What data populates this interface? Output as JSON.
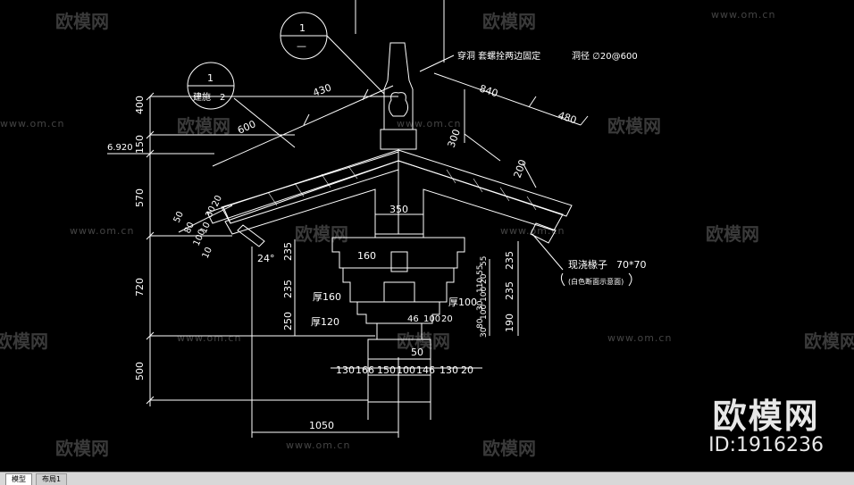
{
  "watermarks": {
    "logo": "欧模网",
    "url": "www.om.cn",
    "url_short": "www.om.cn"
  },
  "brand": {
    "name": "欧模网",
    "id": "ID:1916236"
  },
  "tabs": [
    {
      "label": "模型",
      "active": true
    },
    {
      "label": "布局1",
      "active": false
    }
  ],
  "labels": {
    "ref1_num": "1",
    "ref1_sheet": "—",
    "ref2_num": "1",
    "ref2_sheet": "建施－2",
    "note_bolt": "穿洞  套螺拴两边固定",
    "note_hole": "洞径  ∅20@600",
    "rafter": "现浇椽子",
    "rafter_size": "70*70",
    "rafter_note": "(白色断面示意面)",
    "thick160": "厚160",
    "thick120": "厚120",
    "thick100": "厚100",
    "angle": "24°",
    "elevation": "6.920"
  },
  "dims": {
    "top_430": "430",
    "top_840": "840",
    "top_480": "480",
    "d600": "600",
    "d300": "300",
    "d200": "200",
    "d350": "350",
    "d160": "160",
    "v400": "400",
    "v150": "150",
    "v570": "570",
    "v720": "720",
    "v500": "500",
    "l235a": "235",
    "l235b": "235",
    "l250": "250",
    "r235a": "235",
    "r235b": "235",
    "r190": "190",
    "slope_50": "50",
    "slope_30": "30",
    "slope_20": "20",
    "slope_80": "80",
    "slope_100": "100",
    "slope_10": "10",
    "slope_10b": "10",
    "mid_46": "46",
    "mid_100": "100",
    "mid_20": "20",
    "mid_50": "50",
    "vstack": "30|80|100|30|100|110|20|55|55",
    "b130": "130",
    "b166": "166",
    "b150": "150",
    "b100": "100",
    "b146": "146",
    "b130b": "130",
    "b20": "20",
    "w1050": "1050"
  }
}
